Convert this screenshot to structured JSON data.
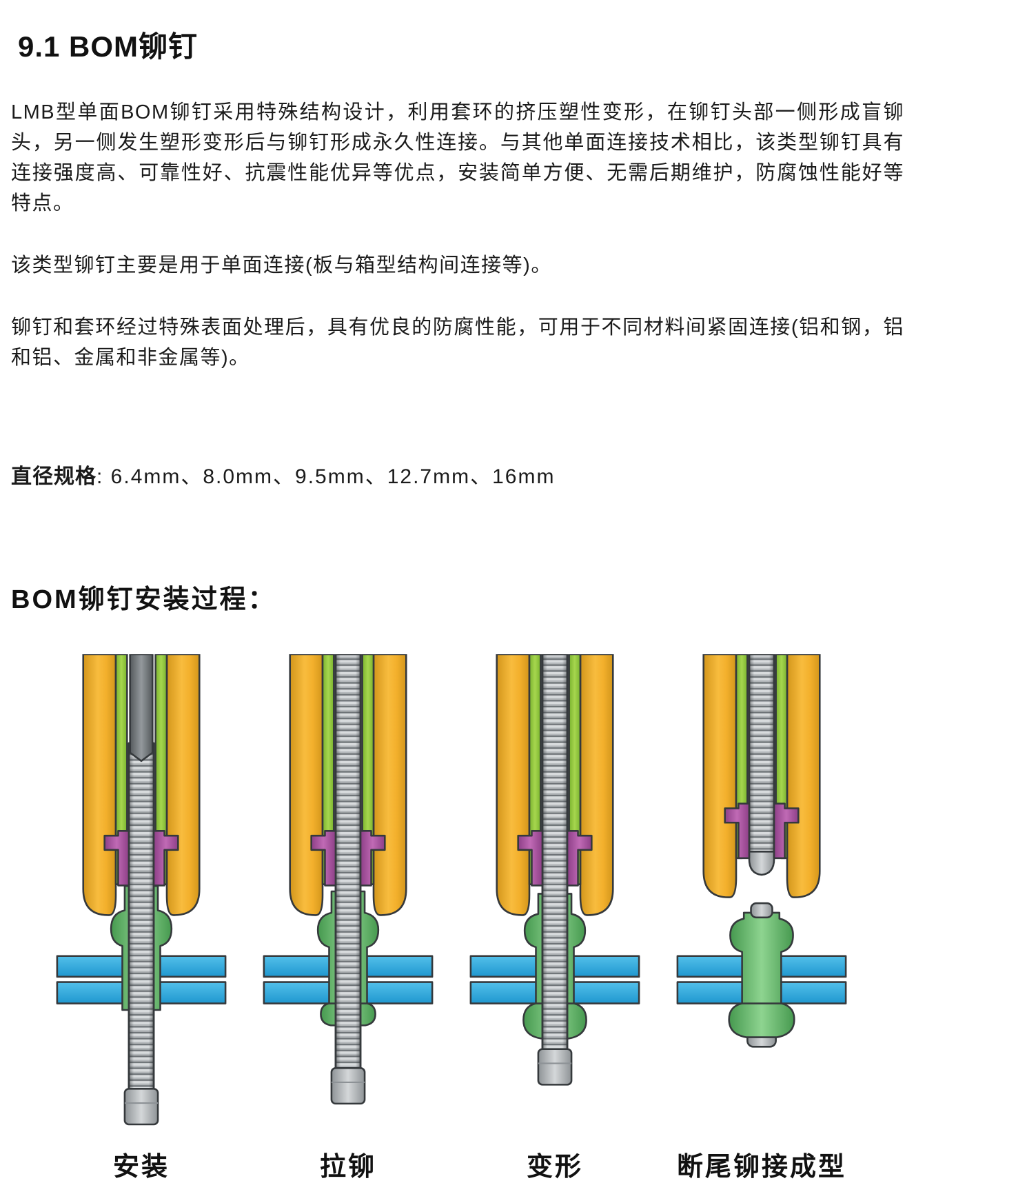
{
  "doc": {
    "title": "9.1 BOM铆钉",
    "paragraphs": [
      "LMB型单面BOM铆钉采用特殊结构设计，利用套环的挤压塑性变形，在铆钉头部一侧形成盲铆头，另一侧发生塑形变形后与铆钉形成永久性连接。与其他单面连接技术相比，该类型铆钉具有连接强度高、可靠性好、抗震性能优异等优点，安装简单方便、无需后期维护，防腐蚀性能好等特点。",
      "该类型铆钉主要是用于单面连接(板与箱型结构间连接等)。",
      "铆钉和套环经过特殊表面处理后，具有优良的防腐性能，可用于不同材料间紧固连接(铝和钢，铝和铝、金属和非金属等)。"
    ],
    "spec": {
      "label": "直径规格",
      "value": ": 6.4mm、8.0mm、9.5mm、12.7mm、16mm"
    }
  },
  "figure": {
    "heading": "BOM铆钉安装过程：",
    "stages": [
      {
        "id": "install",
        "label": "安装"
      },
      {
        "id": "pull",
        "label": "拉铆"
      },
      {
        "id": "deform",
        "label": "变形"
      },
      {
        "id": "break",
        "label": "断尾铆接成型"
      }
    ],
    "colors": {
      "tool_nose_yellow": "#F2AF2B",
      "sleeve_green": "#8FC93F",
      "jaw_purple": "#AB4FA0",
      "rivet_green": "#5FBE69",
      "plate_blue": "#2FACE2",
      "mandrel_gray": "#AEB2B5",
      "outline": "#35393C"
    }
  }
}
